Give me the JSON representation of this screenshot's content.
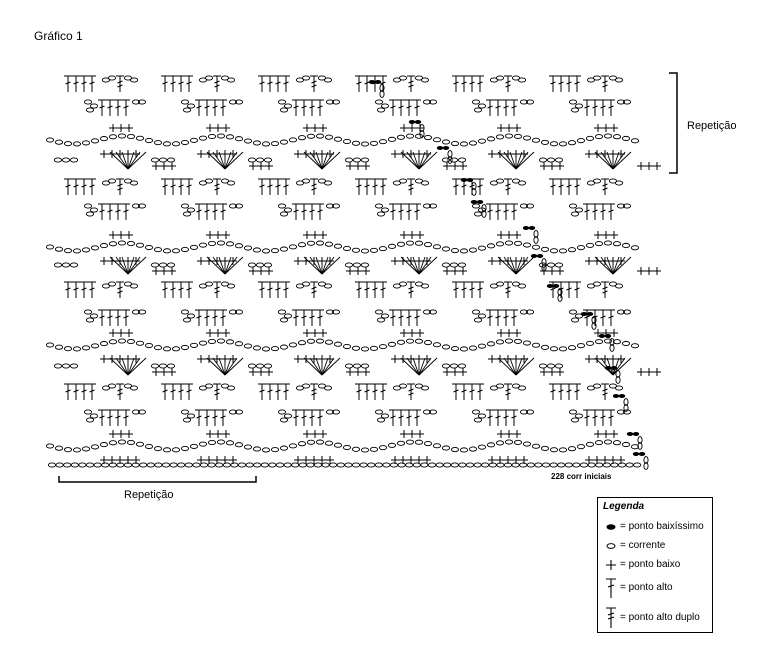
{
  "title": "Gráfico 1",
  "repeat_label_right": "Repetição",
  "repeat_label_bottom": "Repetição",
  "start_chain_label": "228 corr iniciais",
  "legend": {
    "title": "Legenda",
    "items": [
      {
        "icon": "ponto-baixissimo-icon",
        "label": "= ponto baixíssimo"
      },
      {
        "icon": "corrente-icon",
        "label": "= corrente"
      },
      {
        "icon": "ponto-baixo-icon",
        "label": "= ponto baixo"
      },
      {
        "icon": "ponto-alto-icon",
        "label": "= ponto alto"
      },
      {
        "icon": "ponto-alto-duplo-icon",
        "label": "= ponto alto duplo"
      }
    ]
  },
  "colors": {
    "ink": "#000000",
    "paper": "#ffffff"
  }
}
